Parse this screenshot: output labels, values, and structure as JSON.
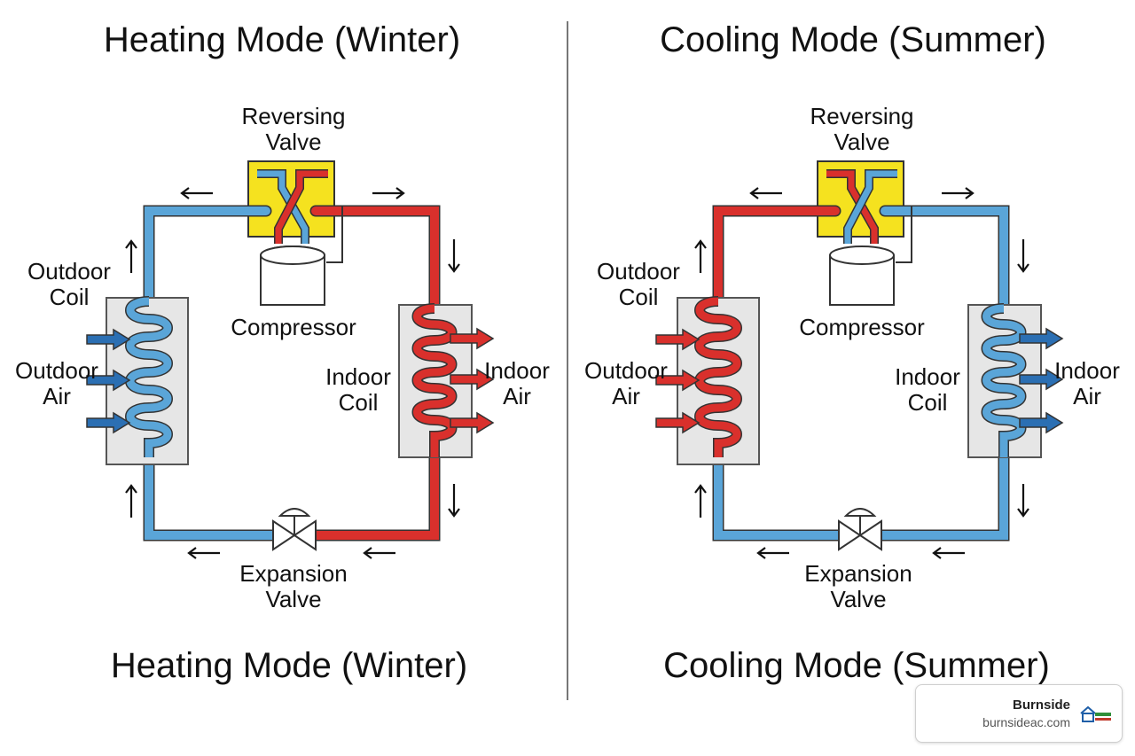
{
  "panels": [
    {
      "mode": "heating",
      "title_top": "Heating Mode (Winter)",
      "title_bottom": "Heating Mode (Winter)",
      "reversing_valve": [
        "Reversing",
        "Valve"
      ],
      "compressor": "Compressor",
      "outdoor_coil": [
        "Outdoor",
        "Coil"
      ],
      "outdoor_air": [
        "Outdoor",
        "Air"
      ],
      "indoor_coil": [
        "Indoor",
        "Coil"
      ],
      "indoor_air": [
        "Indoor",
        "Air"
      ],
      "expansion_valve": [
        "Expansion",
        "Valve"
      ],
      "outdoor_side_color": "#5aa5d8",
      "indoor_side_color": "#d9302c",
      "outdoor_air_arrow_color": "#2b6fb3",
      "indoor_air_arrow_color": "#d9302c"
    },
    {
      "mode": "cooling",
      "title_top": "Cooling Mode (Summer)",
      "title_bottom": "Cooling Mode (Summer)",
      "reversing_valve": [
        "Reversing",
        "Valve"
      ],
      "compressor": "Compressor",
      "outdoor_coil": [
        "Outdoor",
        "Coil"
      ],
      "outdoor_air": [
        "Outdoor",
        "Air"
      ],
      "indoor_coil": [
        "Indoor",
        "Coil"
      ],
      "indoor_air": [
        "Indoor",
        "Air"
      ],
      "expansion_valve": [
        "Expansion",
        "Valve"
      ],
      "outdoor_side_color": "#d9302c",
      "indoor_side_color": "#5aa5d8",
      "outdoor_air_arrow_color": "#d9302c",
      "indoor_air_arrow_color": "#2b6fb3"
    }
  ],
  "colors": {
    "valve_yellow": "#f5e21f",
    "coil_box": "#e6e6e6",
    "pipe_outline": "#333333",
    "flow_arrow": "#111111"
  },
  "brand": {
    "name": "Burnside",
    "url": "burnsideac.com",
    "logo_icon": "house-logo-icon"
  }
}
